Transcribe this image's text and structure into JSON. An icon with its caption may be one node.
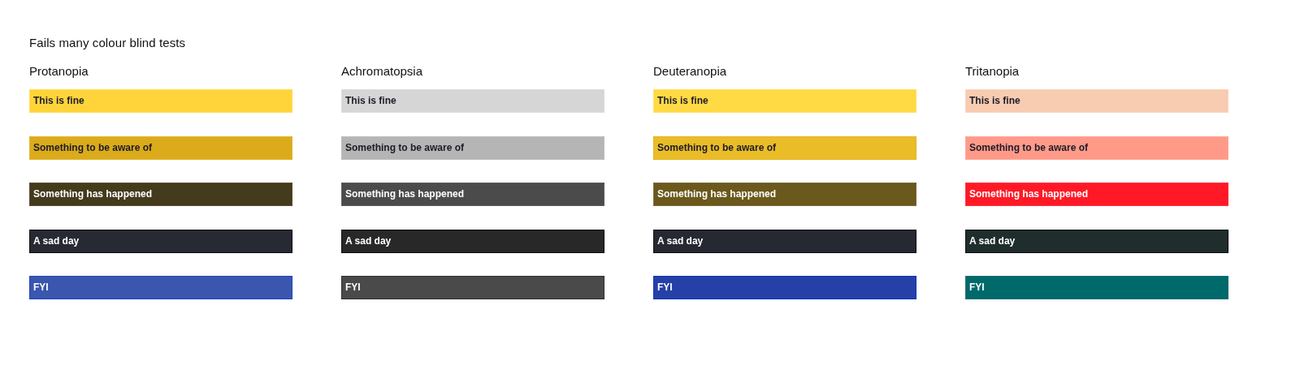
{
  "diagram": {
    "title": "Fails many colour blind tests",
    "nodes": [
      {
        "text": [
          "This is fine"
        ]
      },
      {
        "text": [
          "Something to be aware of"
        ]
      },
      {
        "text": [
          "Something has happened"
        ]
      },
      {
        "text": [
          "A sad day"
        ]
      },
      {
        "text": [
          "FYI"
        ]
      },
      {
        "text": [
          "This is fine"
        ]
      },
      {
        "text": [
          "Something to be aware of"
        ]
      },
      {
        "text": [
          "Something has happened"
        ]
      },
      {
        "text": [
          "A sad day"
        ]
      },
      {
        "text": [
          "FYI"
        ]
      },
      {
        "text": [
          "This is fine"
        ]
      },
      {
        "text": [
          "Something to be aware of"
        ]
      },
      {
        "text": [
          "Something has happened"
        ]
      },
      {
        "text": [
          "A sad day"
        ]
      },
      {
        "text": [
          "FYI"
        ]
      },
      {
        "text": [
          "This is fine"
        ]
      },
      {
        "text": [
          "Something to be aware of"
        ]
      },
      {
        "text": [
          "Something has happened"
        ]
      },
      {
        "text": [
          "A sad day"
        ]
      },
      {
        "text": [
          "FYI"
        ]
      }
    ],
    "labels": [
      "Protanopia",
      "Achromatopsia",
      "Deuteranopia",
      "Tritanopia"
    ]
  }
}
